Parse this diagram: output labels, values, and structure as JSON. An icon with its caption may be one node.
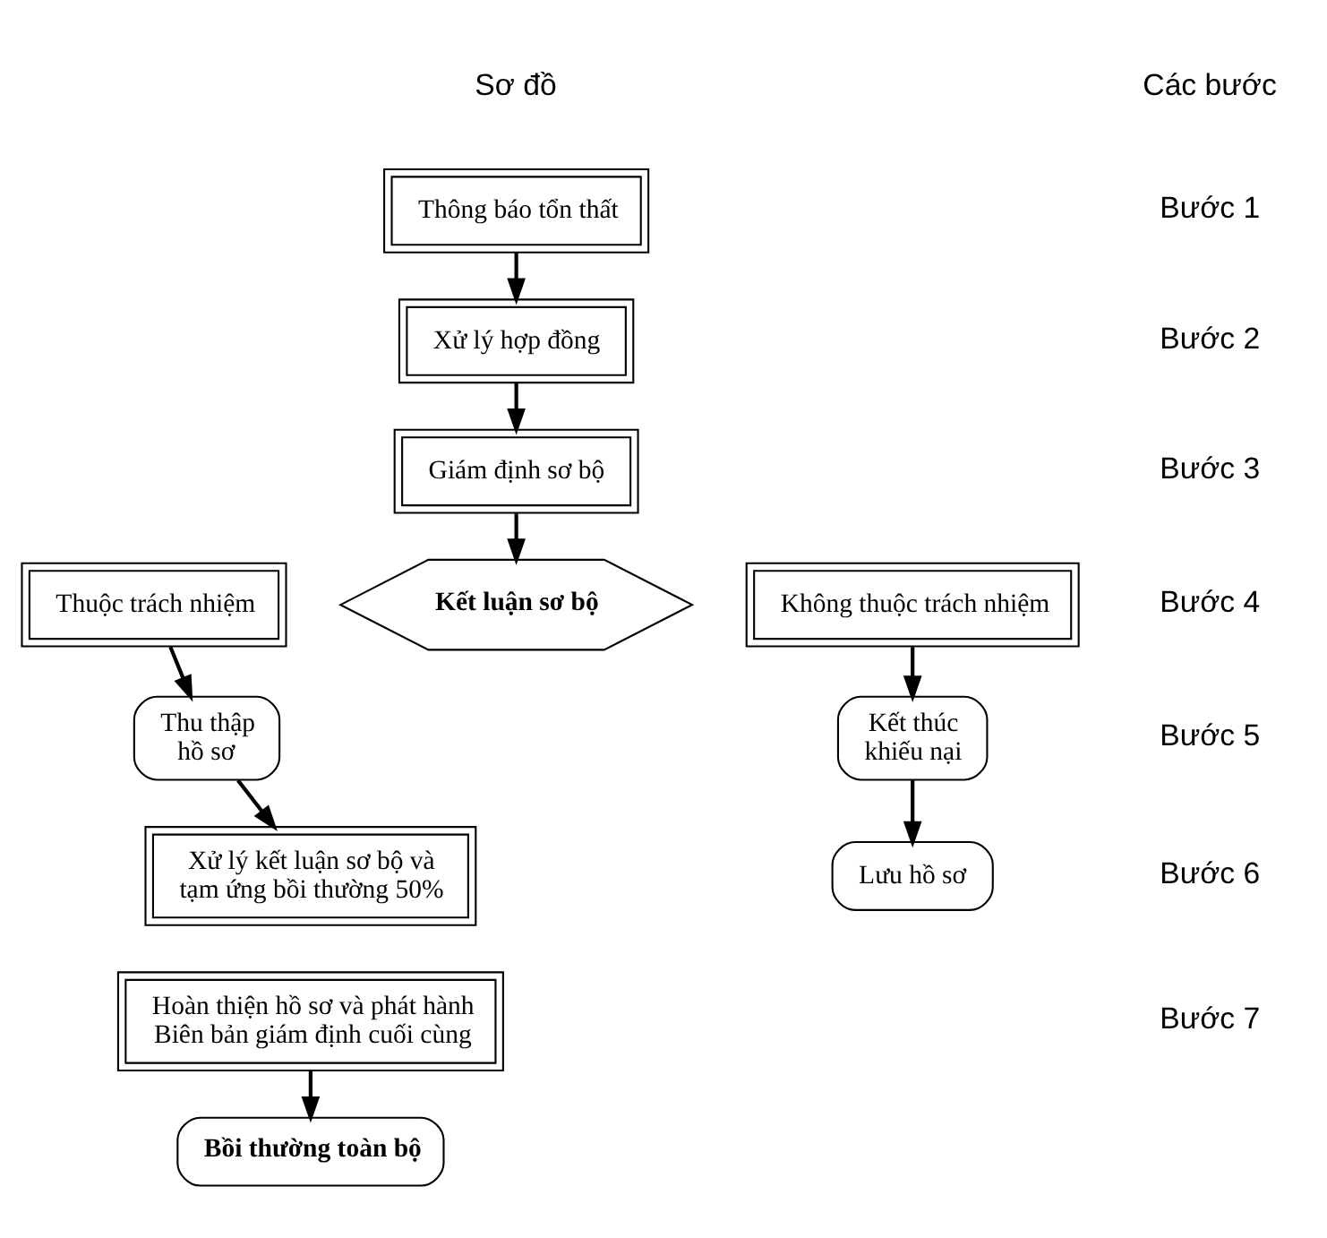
{
  "diagram": {
    "nodes": [
      {
        "text": [
          "Thông báo tổn thất"
        ]
      },
      {
        "text": [
          "Xử lý hợp đồng"
        ]
      },
      {
        "text": [
          "Giám định sơ bộ"
        ]
      },
      {
        "text": [
          "Thuộc trách nhiệm"
        ]
      },
      {
        "text": [
          "Kết luận sơ bộ"
        ]
      },
      {
        "text": [
          "Không thuộc trách nhiệm"
        ]
      },
      {
        "text": [
          "Thu thập hồ sơ"
        ]
      },
      {
        "text": [
          "Kết thúc khiếu nại"
        ]
      },
      {
        "text": [
          "Xử lý kết luận sơ bộ và tạm ứng bồi thường 50%"
        ]
      },
      {
        "text": [
          "Lưu hồ sơ"
        ]
      },
      {
        "text": [
          "Hoàn thiện hồ sơ và phát hành Biên bản giám định cuối cùng"
        ]
      },
      {
        "text": [
          "Bồi thường toàn bộ"
        ]
      }
    ],
    "edges": [
      {
        "from": 0,
        "to": 1,
        "arrow": "to"
      },
      {
        "from": 1,
        "to": 2,
        "arrow": "to"
      },
      {
        "from": 2,
        "to": 4,
        "arrow": "to"
      },
      {
        "from": 3,
        "to": 6,
        "arrow": "to"
      },
      {
        "from": 5,
        "to": 7,
        "arrow": "to"
      },
      {
        "from": 6,
        "to": 8,
        "arrow": "to"
      },
      {
        "from": 7,
        "to": 9,
        "arrow": "to"
      },
      {
        "from": 10,
        "to": 11,
        "arrow": "to"
      }
    ],
    "labels": [
      "Các bước",
      "Sơ đồ",
      "Bước 1",
      "Bước 2",
      "Bước 3",
      "Bước 4",
      "Bước 5",
      "Bước 6",
      "Bước 7"
    ]
  }
}
